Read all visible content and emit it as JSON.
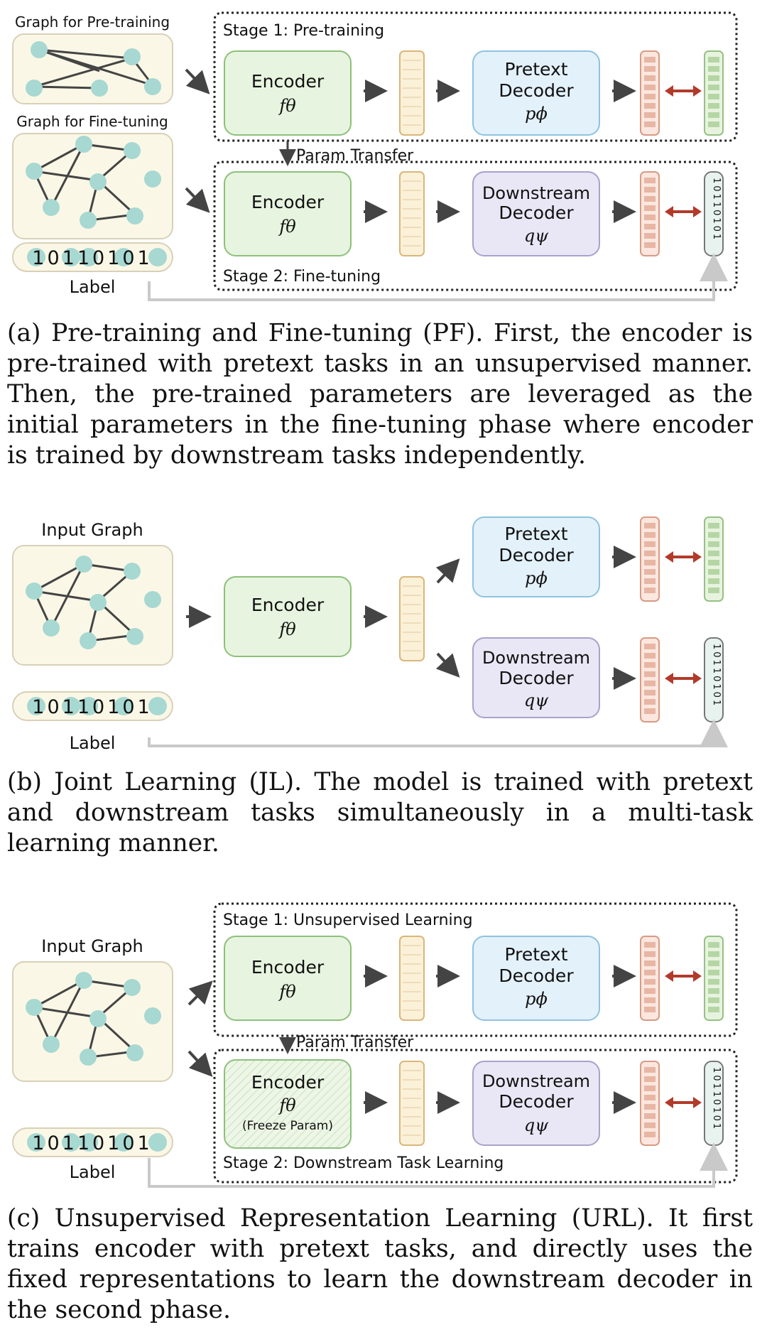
{
  "panels": {
    "a": {
      "graph_pre_title": "Graph for Pre-training",
      "graph_fine_title": "Graph for Fine-tuning",
      "stage1_label": "Stage 1: Pre-training",
      "stage2_label": "Stage 2: Fine-tuning",
      "param_transfer": "Param Transfer",
      "encoder1": {
        "line1": "Encoder",
        "line2": "fθ"
      },
      "encoder2": {
        "line1": "Encoder",
        "line2": "fθ"
      },
      "pretext_decoder": {
        "line1": "Pretext",
        "line2": "Decoder",
        "line3": "pϕ"
      },
      "downstream_decoder": {
        "line1": "Downstream",
        "line2": "Decoder",
        "line3": "qψ"
      },
      "label_bits": "10110101",
      "label_text": "Label",
      "caption": "(a) Pre-training and Fine-tuning (PF). First, the encoder is pre-trained with pretext tasks in an unsupervised manner. Then, the pre-trained parameters are leveraged as the initial parameters in the fine-tuning phase where encoder is trained by downstream tasks independently."
    },
    "b": {
      "input_title": "Input Graph",
      "encoder": {
        "line1": "Encoder",
        "line2": "fθ"
      },
      "pretext_decoder": {
        "line1": "Pretext",
        "line2": "Decoder",
        "line3": "pϕ"
      },
      "downstream_decoder": {
        "line1": "Downstream",
        "line2": "Decoder",
        "line3": "qψ"
      },
      "label_bits": "10110101",
      "label_text": "Label",
      "caption": "(b) Joint Learning (JL). The model is trained with pretext and downstream tasks simultaneously in a multi-task learning manner."
    },
    "c": {
      "input_title": "Input Graph",
      "stage1_label": "Stage 1: Unsupervised Learning",
      "stage2_label": "Stage 2: Downstream Task Learning",
      "param_transfer": "Param Transfer",
      "encoder1": {
        "line1": "Encoder",
        "line2": "fθ"
      },
      "encoder2": {
        "line1": "Encoder",
        "line2": "fθ",
        "line3": "(Freeze Param)"
      },
      "pretext_decoder": {
        "line1": "Pretext",
        "line2": "Decoder",
        "line3": "pϕ"
      },
      "downstream_decoder": {
        "line1": "Downstream",
        "line2": "Decoder",
        "line3": "qψ"
      },
      "label_bits": "10110101",
      "label_text": "Label",
      "caption": "(c) Unsupervised Representation Learning (URL). It first trains encoder with pretext tasks, and directly uses the fixed representations to learn the downstream decoder in the second phase."
    }
  },
  "colors": {
    "encoder_fill": "#e7f4df",
    "encoder_stroke": "#8dc07a",
    "pretext_fill": "#e3f1fa",
    "pretext_stroke": "#8ec3e0",
    "downstream_fill": "#e9e7f5",
    "downstream_stroke": "#a7a2cc",
    "embedding_fill": "#fbf0d8",
    "embedding_stroke": "#d9b77a",
    "pred_fill": "#fbe7df",
    "pred_stroke": "#d99a84",
    "target_fill": "#e8f3df",
    "target_stroke": "#95c183",
    "node_fill": "#a7d8d2",
    "graph_bg": "#fbf7e6",
    "red_arrow": "#b23a2a",
    "gray_line": "#c9c9c9"
  }
}
